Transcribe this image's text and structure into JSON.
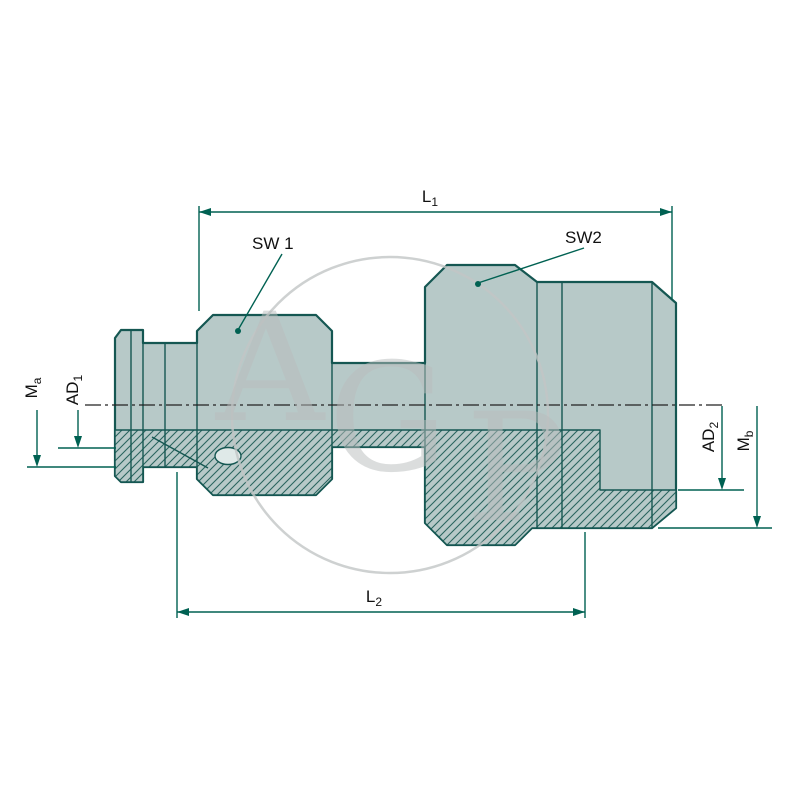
{
  "diagram": {
    "dimension_labels": {
      "l1": {
        "base": "L",
        "sub": "1"
      },
      "l2": {
        "base": "L",
        "sub": "2"
      },
      "sw1": "SW 1",
      "sw2": "SW2",
      "ma": {
        "base": "M",
        "sub": "a"
      },
      "ad1": {
        "base": "AD",
        "sub": "1"
      },
      "ad2": {
        "base": "AD",
        "sub": "2"
      },
      "mb": {
        "base": "M",
        "sub": "b"
      }
    },
    "watermark": {
      "letters": [
        "A",
        "G",
        "P"
      ]
    },
    "colors": {
      "body_fill": "#b7c9c8",
      "outline": "#155752",
      "dimension": "#006152",
      "centerline": "#222222",
      "watermark": "#c2c6c6",
      "background": "#ffffff"
    }
  }
}
